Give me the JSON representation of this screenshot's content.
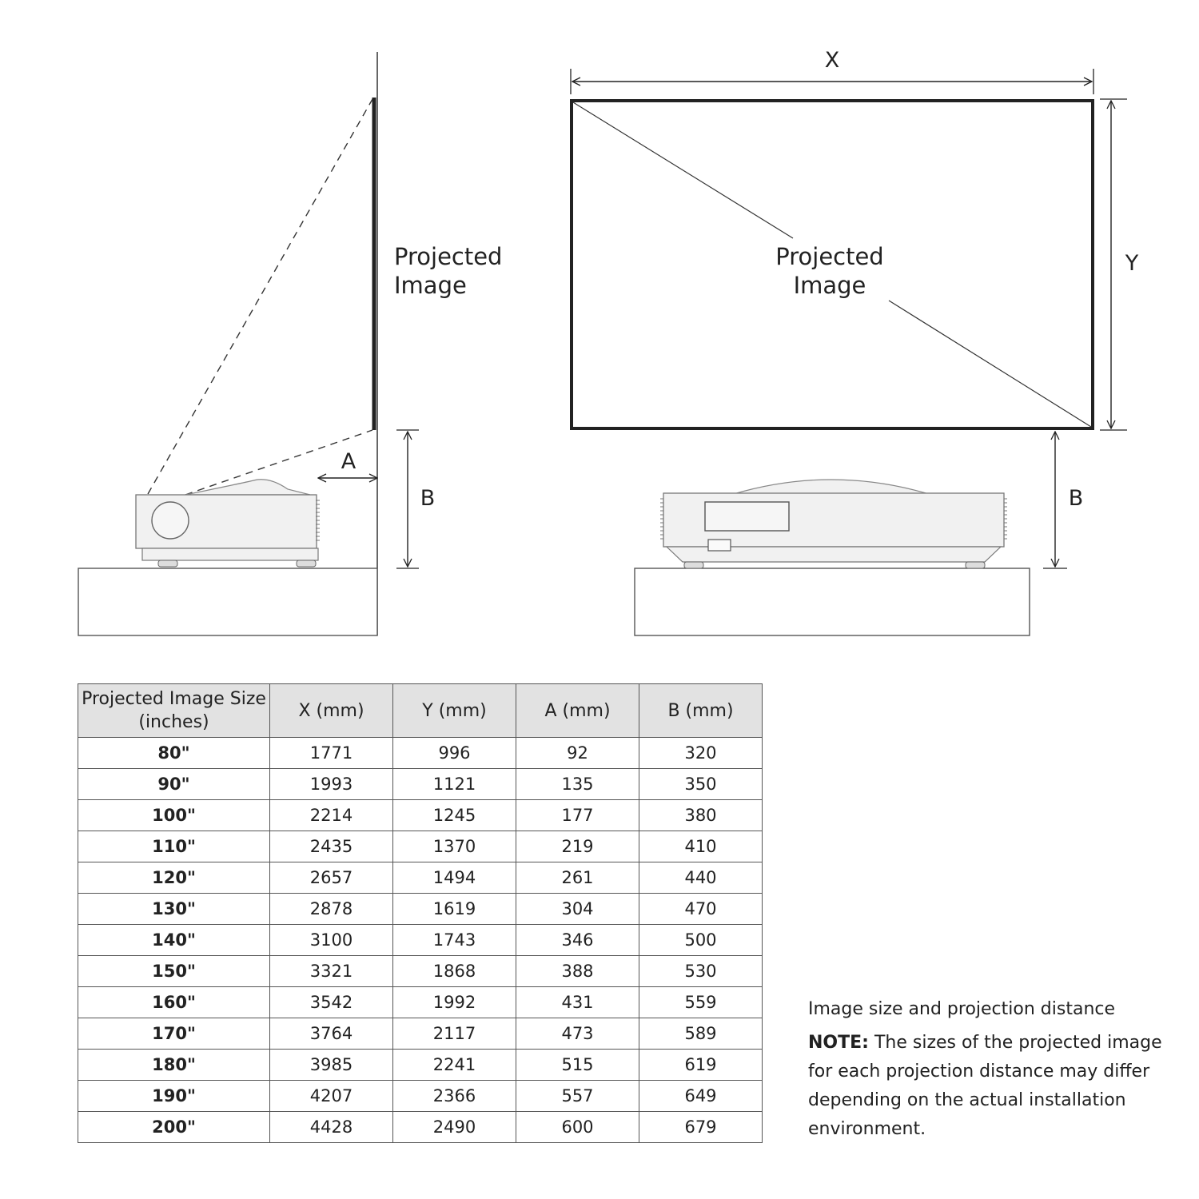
{
  "diagram": {
    "side_view": {
      "screen_label_line1": "Projected",
      "screen_label_line2": "Image",
      "dim_a": "A",
      "dim_b": "B"
    },
    "front_view": {
      "screen_label_line1": "Projected",
      "screen_label_line2": "Image",
      "dim_x": "X",
      "dim_y": "Y",
      "dim_b": "B"
    }
  },
  "table": {
    "headers": [
      "Projected Image Size (inches)",
      "X (mm)",
      "Y (mm)",
      "A (mm)",
      "B (mm)"
    ],
    "rows": [
      [
        "80\"",
        "1771",
        "996",
        "92",
        "320"
      ],
      [
        "90\"",
        "1993",
        "1121",
        "135",
        "350"
      ],
      [
        "100\"",
        "2214",
        "1245",
        "177",
        "380"
      ],
      [
        "110\"",
        "2435",
        "1370",
        "219",
        "410"
      ],
      [
        "120\"",
        "2657",
        "1494",
        "261",
        "440"
      ],
      [
        "130\"",
        "2878",
        "1619",
        "304",
        "470"
      ],
      [
        "140\"",
        "3100",
        "1743",
        "346",
        "500"
      ],
      [
        "150\"",
        "3321",
        "1868",
        "388",
        "530"
      ],
      [
        "160\"",
        "3542",
        "1992",
        "431",
        "559"
      ],
      [
        "170\"",
        "3764",
        "2117",
        "473",
        "589"
      ],
      [
        "180\"",
        "3985",
        "2241",
        "515",
        "619"
      ],
      [
        "190\"",
        "4207",
        "2366",
        "557",
        "649"
      ],
      [
        "200\"",
        "4428",
        "2490",
        "600",
        "679"
      ]
    ]
  },
  "note": {
    "title": "Image size and projection distance",
    "label": "NOTE:",
    "text": "The sizes of the projected image for each projection distance may differ depending on the actual installation environment."
  }
}
